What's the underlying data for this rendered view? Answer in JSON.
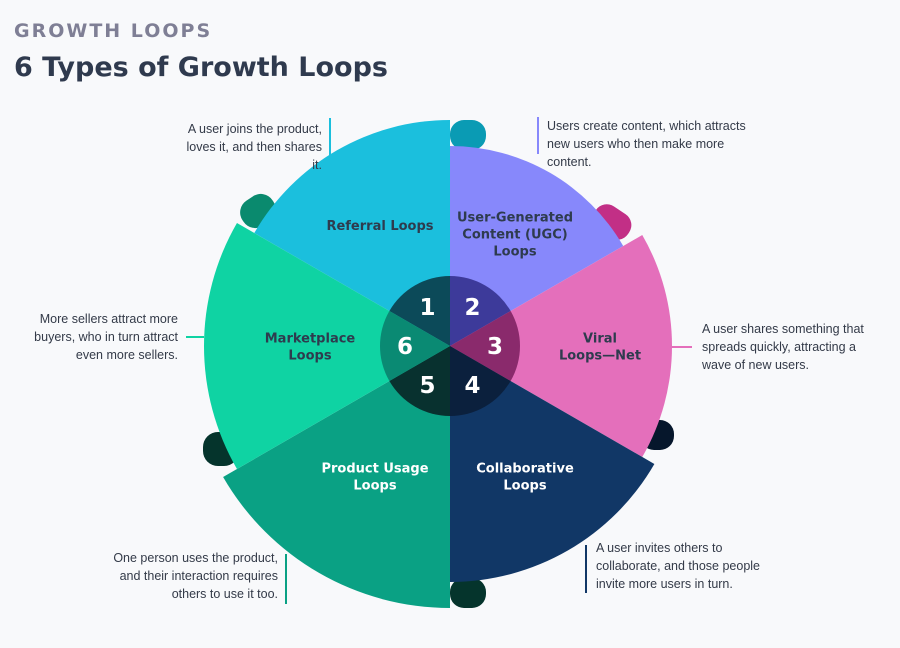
{
  "header": {
    "kicker": "GROWTH LOOPS",
    "title": "6 Types of Growth Loops"
  },
  "segments": [
    {
      "number": "1",
      "label_lines": [
        "Referral Loops"
      ],
      "description": "A user joins the product, loves it, and then shares it.",
      "color": "#1bbfdd",
      "inner": "#0c4a59",
      "text_color": "#2e3b4e"
    },
    {
      "number": "2",
      "label_lines": [
        "User-Generated",
        "Content (UGC)",
        "Loops"
      ],
      "description": "Users create content, which attracts new users who then make more content.",
      "color": "#8788fb",
      "inner": "#3d3a9a",
      "text_color": "#2e3b4e"
    },
    {
      "number": "3",
      "label_lines": [
        "Viral",
        "Loops—Net"
      ],
      "description": "A user shares something that spreads quickly, attracting a wave of new users.",
      "color": "#e46fbb",
      "inner": "#8a2a6c",
      "text_color": "#2e3b4e"
    },
    {
      "number": "4",
      "label_lines": [
        "Collaborative",
        "Loops"
      ],
      "description": "A user invites others to collaborate, and those people invite more users in turn.",
      "color": "#113766",
      "inner": "#0b203d",
      "text_color": "#ffffff"
    },
    {
      "number": "5",
      "label_lines": [
        "Product Usage",
        "Loops"
      ],
      "description": "One person uses the product, and their interaction requires others to use it too.",
      "color": "#0aa184",
      "inner": "#08312f",
      "text_color": "#ffffff"
    },
    {
      "number": "6",
      "label_lines": [
        "Marketplace",
        "Loops"
      ],
      "description": "More sellers attract more buyers, who in turn attract even more sellers.",
      "color": "#0fd3a3",
      "inner": "#0a8a73",
      "text_color": "#2e3b4e"
    }
  ],
  "shadow_colors": {
    "s1": "#0aa0b9",
    "s2": "#6f70e6",
    "s3": "#c22f86",
    "s4": "#06172c",
    "s5": "#05342c",
    "s6": "#0a9a78"
  }
}
